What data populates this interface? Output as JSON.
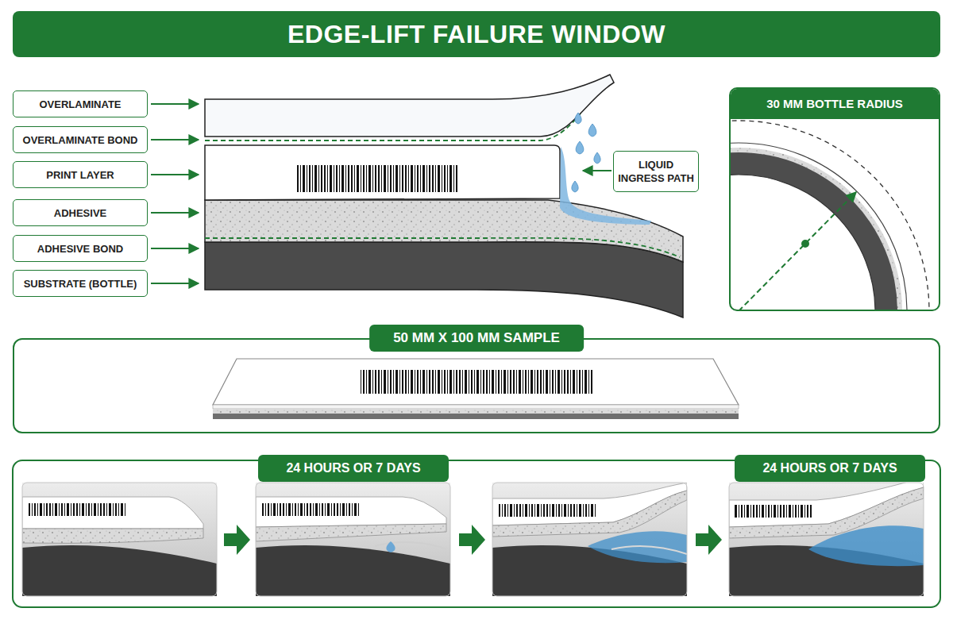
{
  "diagram": {
    "title": "EDGE-LIFT FAILURE WINDOW",
    "nodes": [
      {
        "text": [
          "OVERLAMINATE"
        ]
      },
      {
        "text": [
          "OVERLAMINATE BOND"
        ]
      },
      {
        "text": [
          "PRINT LAYER"
        ]
      },
      {
        "text": [
          "ADHESIVE"
        ]
      },
      {
        "text": [
          "ADHESIVE BOND"
        ]
      },
      {
        "text": [
          "SUBSTRATE (BOTTLE)"
        ]
      },
      {
        "text": [
          "LIQUID INGRESS PATH"
        ]
      },
      {
        "text": [
          "30 MM BOTTLE RADIUS"
        ]
      },
      {
        "text": [
          "50 MM X 100 MM SAMPLE"
        ]
      },
      {
        "text": [
          "24 HOURS OR 7 DAYS"
        ]
      },
      {
        "text": [
          "24 HOURS OR 7 DAYS"
        ]
      }
    ]
  }
}
